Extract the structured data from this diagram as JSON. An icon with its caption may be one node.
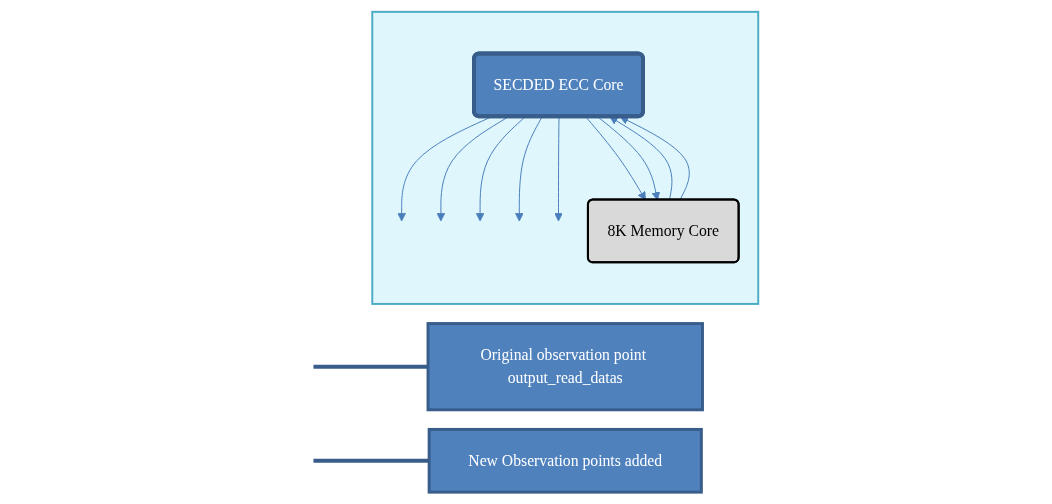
{
  "diagram": {
    "nodes": [
      {
        "text": [],
        "shape": "box"
      },
      {
        "text": [
          "SECDED ECC Core"
        ],
        "in": 0
      },
      {
        "text": [
          "8K Memory Core"
        ],
        "in": 0
      },
      {
        "text": [
          "Original observation point output_read_datas"
        ]
      },
      {
        "text": [
          "New Observation points added"
        ]
      }
    ],
    "edges": [
      {
        "from": 1,
        "to": null,
        "arrow": "to"
      },
      {
        "from": 1,
        "to": null,
        "arrow": "to"
      },
      {
        "from": 1,
        "to": null,
        "arrow": "to"
      },
      {
        "from": 1,
        "to": null,
        "arrow": "to"
      },
      {
        "from": 1,
        "to": null,
        "arrow": "to"
      },
      {
        "from": 1,
        "to": 2,
        "arrow": "to"
      },
      {
        "from": 1,
        "to": 2,
        "arrow": "to"
      },
      {
        "from": 2,
        "to": 1,
        "arrow": "to"
      },
      {
        "from": 2,
        "to": 1,
        "arrow": "to"
      },
      {
        "from": 3,
        "to": null,
        "arrow": "none",
        "style": "thick",
        "color": "#385d8a"
      },
      {
        "from": 4,
        "to": null,
        "arrow": "none",
        "style": "thick",
        "color": "#385d8a"
      }
    ]
  }
}
